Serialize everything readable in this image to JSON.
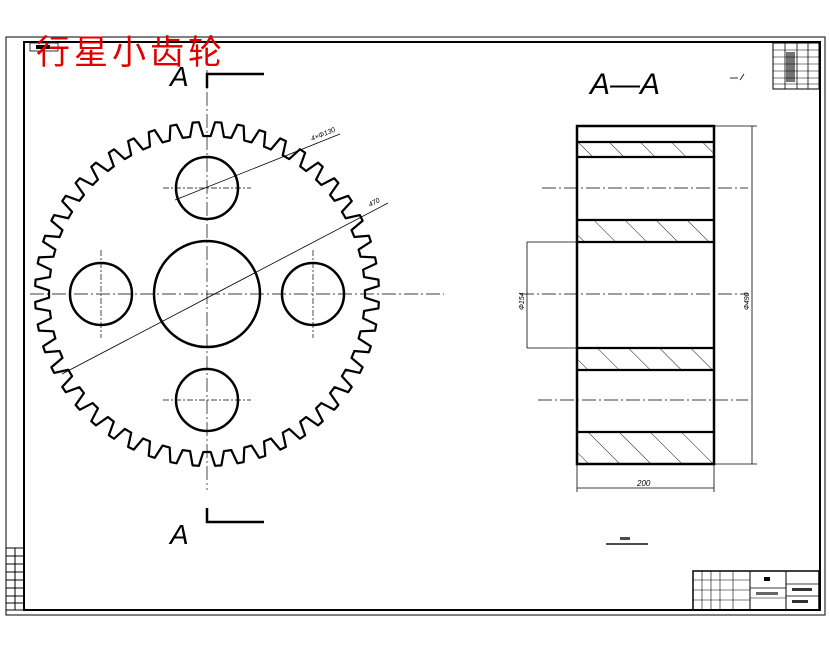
{
  "title": "行星小齿轮",
  "section": {
    "letter": "A",
    "title": "A—A"
  },
  "dimensions": {
    "holes": "4×Φ130",
    "pitch_diameter": "470",
    "bore": "Φ154",
    "outer": "Φ490",
    "width": "200"
  }
}
